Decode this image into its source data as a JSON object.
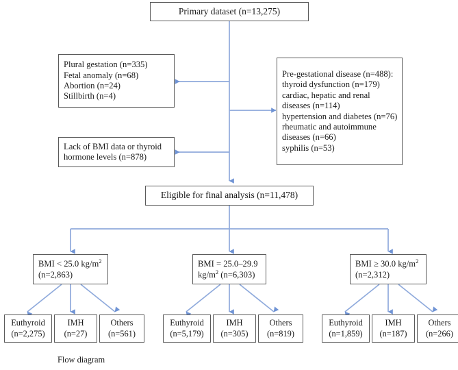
{
  "diagram": {
    "caption": "Flow diagram",
    "colors": {
      "box_border": "#5a5a5a",
      "connector": "#8faadc",
      "background": "#ffffff",
      "text": "#1a1a1a"
    },
    "primary_box": {
      "label": "Primary dataset (n=13,275)"
    },
    "exclusion_obstetric": {
      "lines": [
        "Plural gestation (n=335)",
        "Fetal anomaly (n=68)",
        "Abortion (n=24)",
        "Stillbirth (n=4)"
      ]
    },
    "exclusion_pregestational": {
      "lines": [
        "Pre-gestational disease (n=488):",
        "thyroid dysfunction (n=179)",
        "cardiac, hepatic and renal",
        "diseases (n=114)",
        "hypertension and diabetes (n=76)",
        "rheumatic and autoimmune",
        "diseases (n=66)",
        "syphilis (n=53)"
      ]
    },
    "exclusion_missing_data": {
      "lines": [
        "Lack of BMI data or thyroid",
        "hormone levels (n=878)"
      ]
    },
    "eligible_box": {
      "label": "Eligible for final analysis (n=11,478)"
    },
    "bmi_groups": [
      {
        "line1_prefix": "BMI < 25.0 kg/m",
        "line1_sup": "2",
        "line1_suffix": "",
        "line2_prefix": "(n=2,863)",
        "line2_sup": "",
        "line2_suffix": "",
        "children": [
          {
            "name": "Euthyroid",
            "count": "(n=2,275)"
          },
          {
            "name": "IMH",
            "count": "(n=27)"
          },
          {
            "name": "Others",
            "count": "(n=561)"
          }
        ]
      },
      {
        "line1_prefix": "BMI = 25.0–29.9",
        "line1_sup": "",
        "line1_suffix": "",
        "line2_prefix": "kg/m",
        "line2_sup": "2",
        "line2_suffix": " (n=6,303)",
        "children": [
          {
            "name": "Euthyroid",
            "count": "(n=5,179)"
          },
          {
            "name": "IMH",
            "count": "(n=305)"
          },
          {
            "name": "Others",
            "count": "(n=819)"
          }
        ]
      },
      {
        "line1_prefix": "BMI ≥ 30.0 kg/m",
        "line1_sup": "2",
        "line1_suffix": "",
        "line2_prefix": "(n=2,312)",
        "line2_sup": "",
        "line2_suffix": "",
        "children": [
          {
            "name": "Euthyroid",
            "count": "(n=1,859)"
          },
          {
            "name": "IMH",
            "count": "(n=187)"
          },
          {
            "name": "Others",
            "count": "(n=266)"
          }
        ]
      }
    ]
  }
}
